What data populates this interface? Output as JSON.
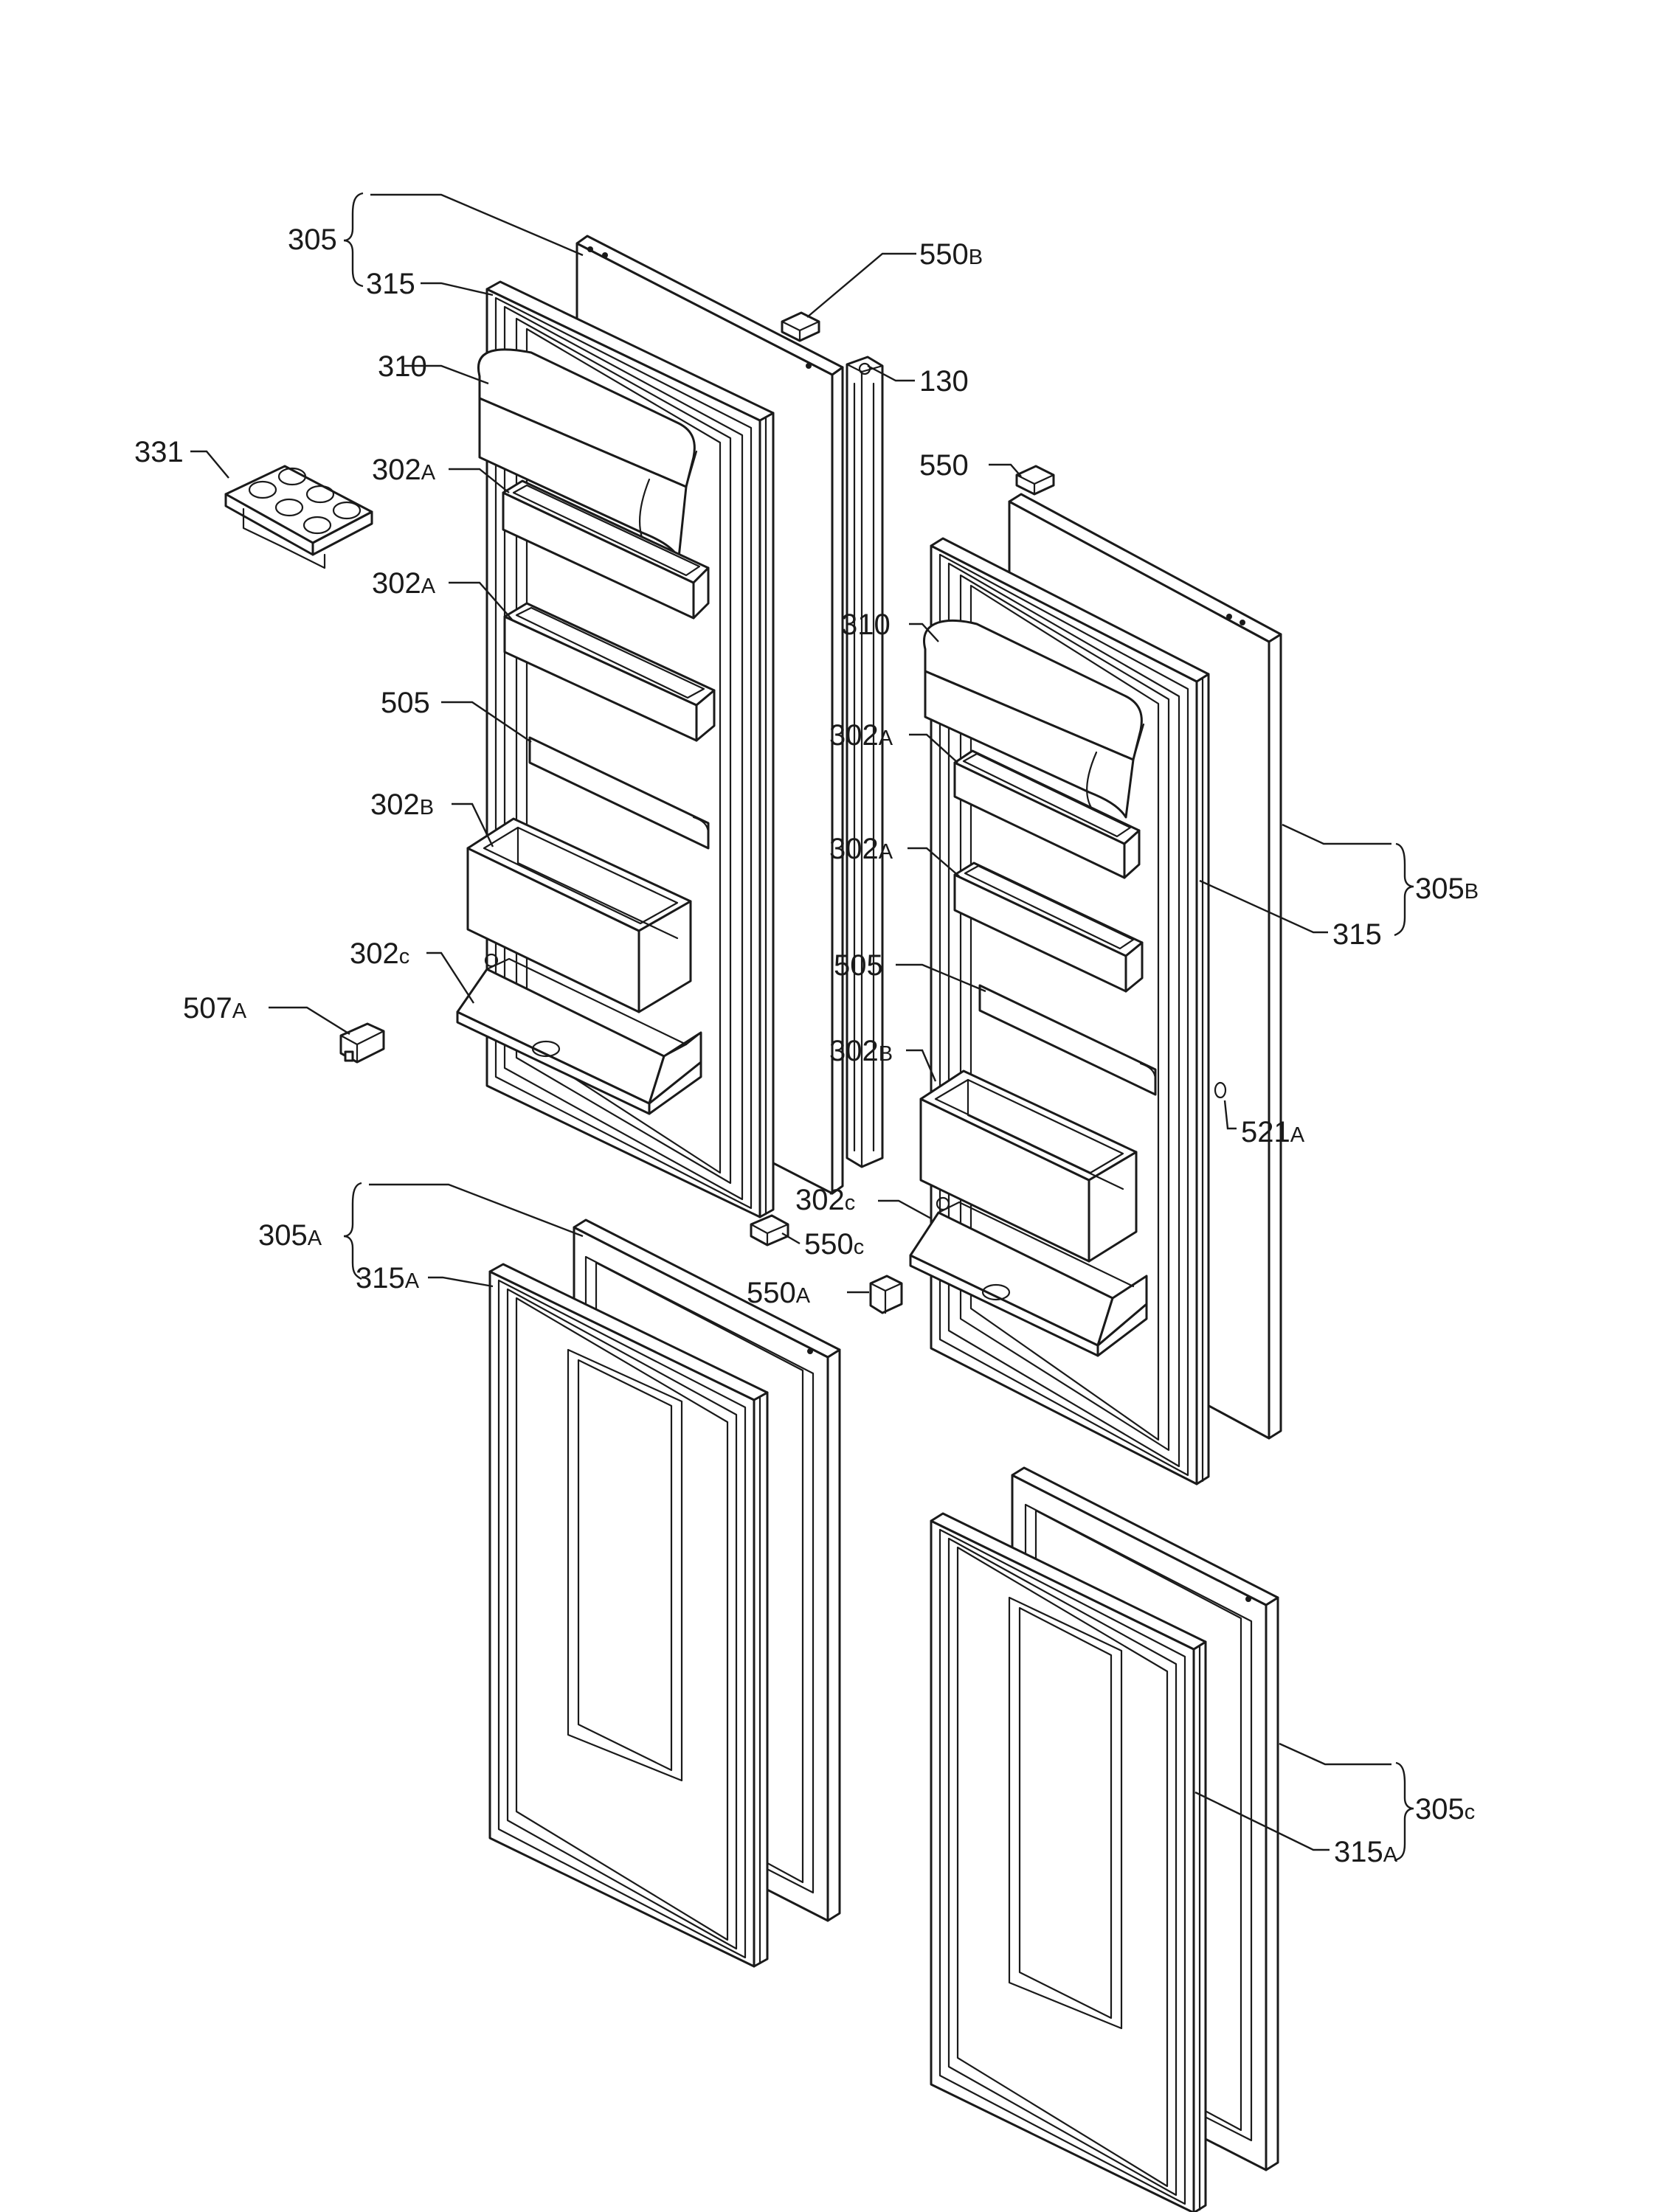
{
  "diagram": {
    "labels": {
      "l305": [
        "305",
        ""
      ],
      "l315_top": [
        "315",
        ""
      ],
      "l310_left": [
        "310",
        ""
      ],
      "l331": [
        "331",
        ""
      ],
      "l302a_1": [
        "302",
        "A"
      ],
      "l302a_2": [
        "302",
        "A"
      ],
      "l505_left": [
        "505",
        ""
      ],
      "l302b_left": [
        "302",
        "B"
      ],
      "l302c_left": [
        "302",
        "c"
      ],
      "l507a": [
        "507",
        "A"
      ],
      "l550b": [
        "550",
        "B"
      ],
      "l130": [
        "130",
        ""
      ],
      "l550": [
        "550",
        ""
      ],
      "l310_right": [
        "310",
        ""
      ],
      "l302a_3": [
        "302",
        "A"
      ],
      "l302a_4": [
        "302",
        "A"
      ],
      "l305b": [
        "305",
        "B"
      ],
      "l315_right": [
        "315",
        ""
      ],
      "l505_right": [
        "505",
        ""
      ],
      "l302b_right": [
        "302",
        "B"
      ],
      "l521a": [
        "521",
        "A"
      ],
      "l302c_right": [
        "302",
        "c"
      ],
      "l550c": [
        "550",
        "c"
      ],
      "l550a": [
        "550",
        "A"
      ],
      "l305a": [
        "305",
        "A"
      ],
      "l315a_left": [
        "315",
        "A"
      ],
      "l305c": [
        "305",
        "c"
      ],
      "l315a_right": [
        "315",
        "A"
      ]
    }
  }
}
